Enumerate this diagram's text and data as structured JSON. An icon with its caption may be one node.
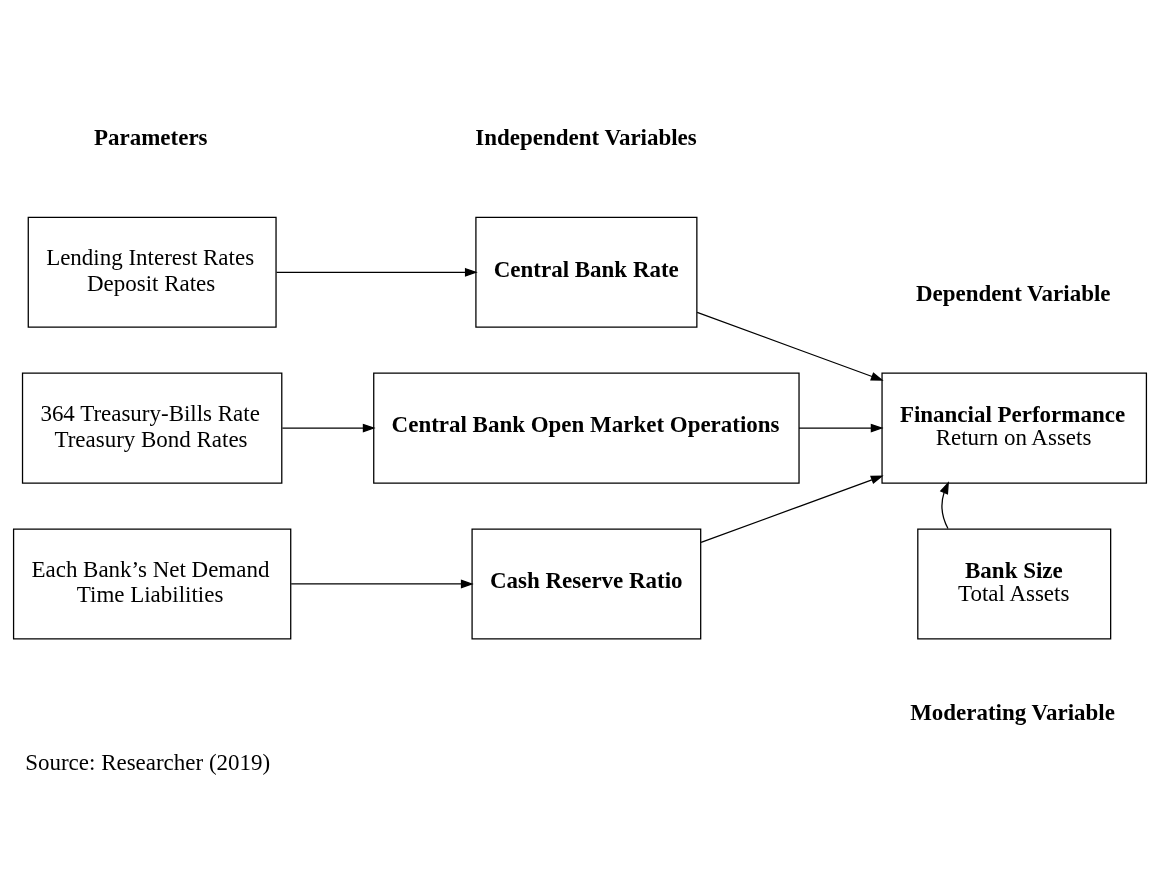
{
  "diagram": {
    "caption": "Source: Researcher (2019)",
    "nodes": [
      {
        "text": [
          "Lending Interest Rates",
          "Deposit Rates"
        ]
      },
      {
        "text": [
          "Central Bank Rate"
        ]
      },
      {
        "text": [
          "364 Treasury-Bills Rate",
          "Treasury Bond Rates"
        ]
      },
      {
        "text": [
          "Central Bank Open Market Operations"
        ]
      },
      {
        "text": [
          "Each Bank’s Net Demand",
          "Time Liabilities"
        ]
      },
      {
        "text": [
          "Cash Reserve Ratio"
        ]
      },
      {
        "text": [
          "Financial Performance",
          "Return on Assets"
        ]
      },
      {
        "text": [
          "Bank Size",
          "Total Assets"
        ],
        "beside": [
          "Moderating Variable"
        ]
      }
    ],
    "edges": [
      {
        "from": 0,
        "to": 1,
        "arrow": "to"
      },
      {
        "from": 2,
        "to": 3,
        "arrow": "to"
      },
      {
        "from": 4,
        "to": 5,
        "arrow": "to"
      },
      {
        "from": 1,
        "to": 6,
        "arrow": "to"
      },
      {
        "from": 3,
        "to": 6,
        "arrow": "to"
      },
      {
        "from": 5,
        "to": 6,
        "arrow": "to"
      },
      {
        "from": 7,
        "to": 6,
        "arrow": "to"
      }
    ],
    "labels": [
      "Parameters",
      "Independent Variables",
      "Dependent Variable"
    ]
  }
}
